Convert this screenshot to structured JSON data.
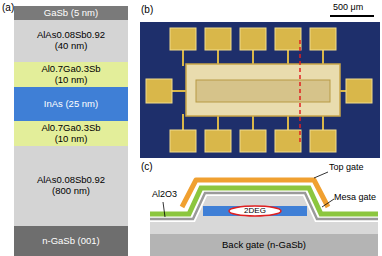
{
  "diagram": {
    "nodes": [
      {
        "text": [
          "GaSb (5 nm)"
        ]
      },
      {
        "text": [
          "AlAs0.08Sb0.92",
          "(40 nm)"
        ]
      },
      {
        "text": [
          "Al0.7Ga0.3Sb",
          "(10 nm)"
        ]
      },
      {
        "text": [
          "InAs (25 nm)"
        ]
      },
      {
        "text": [
          "Al0.7Ga0.3Sb",
          "(10 nm)"
        ]
      },
      {
        "text": [
          "AlAs0.08Sb0.92",
          "(800 nm)"
        ]
      },
      {
        "text": [
          "n-GaSb (001)"
        ]
      },
      {
        "text": [
          "Back gate (n-GaSb)"
        ]
      }
    ],
    "labels": [
      "(a)",
      "(b)",
      "(c)",
      "500 μm",
      "Al2O3",
      "Top gate",
      "Mesa gate",
      "2DEG"
    ]
  }
}
